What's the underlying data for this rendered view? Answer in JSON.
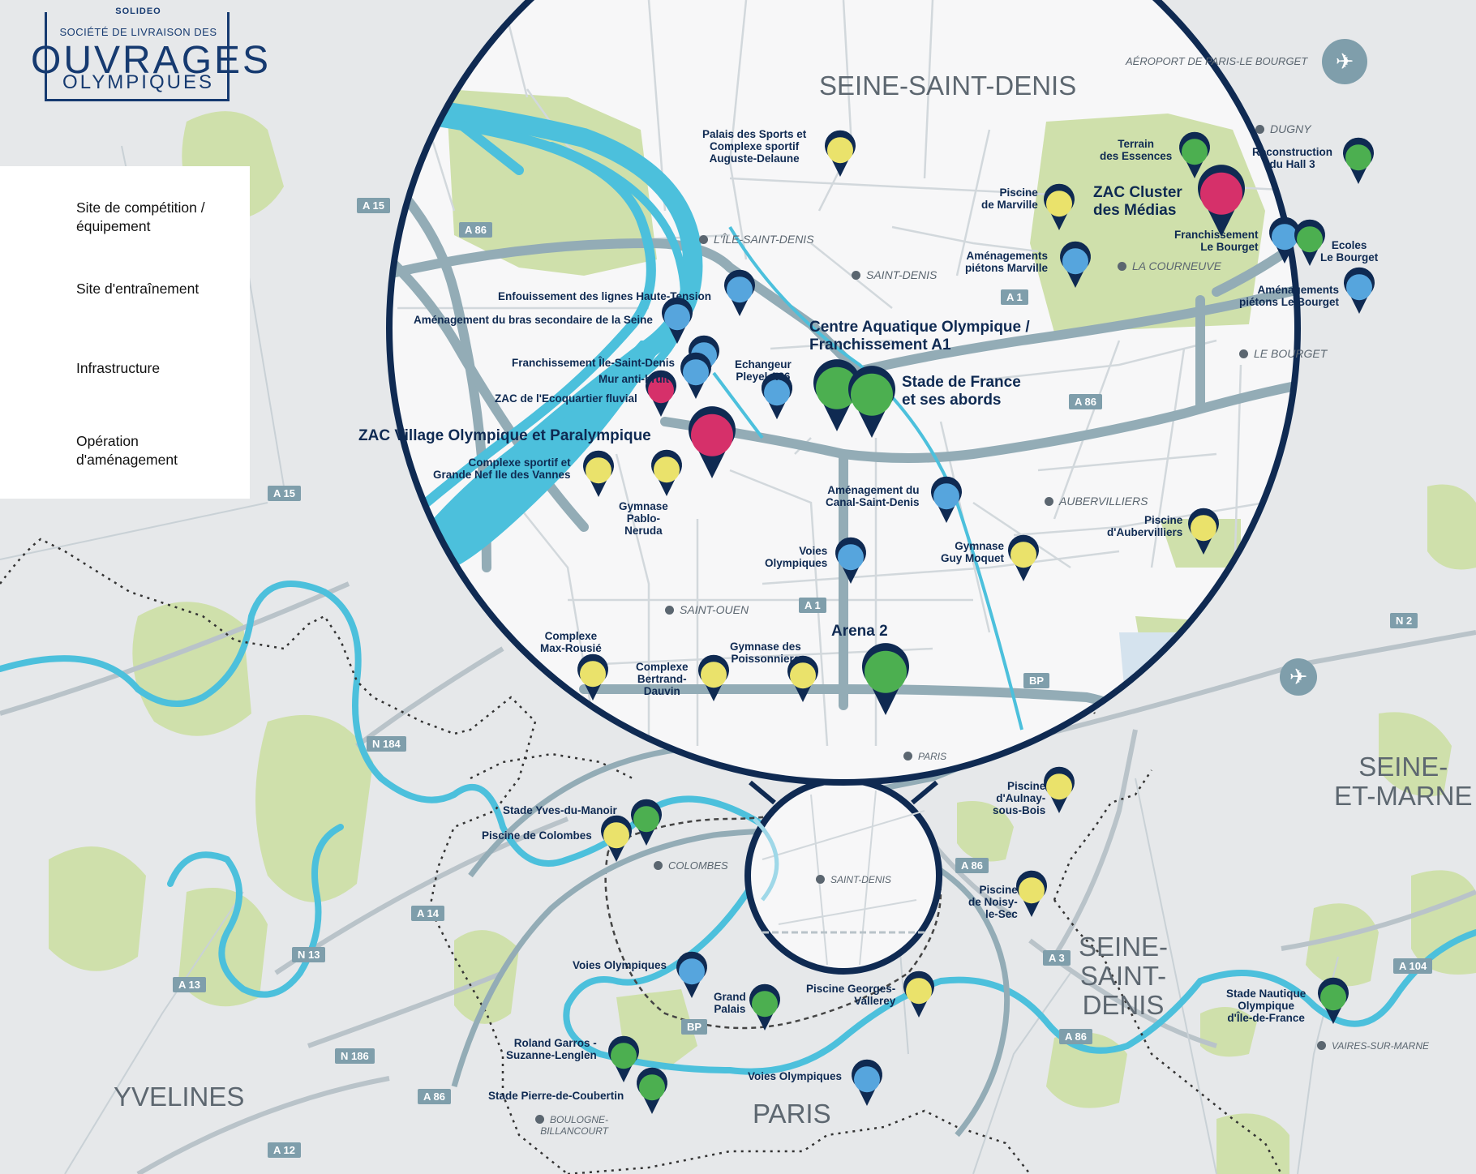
{
  "logo": {
    "top": "SOLIDEO",
    "line": "SOCIÉTÉ DE LIVRAISON DES",
    "main": "OUVRAGES",
    "sub": "OLYMPIQUES"
  },
  "legend": {
    "competition": "Site de compétition / équipement",
    "training": "Site d'entraînement",
    "infrastructure": "Infrastructure",
    "development": "Opération d'aménagement"
  },
  "colors": {
    "competition": "#4caf50",
    "training": "#eae26b",
    "infrastructure": "#56a5dd",
    "development": "#d6306a",
    "pin_outline": "#0f2a52",
    "river": "#4cc0dc",
    "road": "#93acb6",
    "park": "#cfe0ab"
  },
  "departments": {
    "ssd_top": "SEINE-SAINT-DENIS",
    "ssd_bottom": "SEINE-\nSAINT-\nDENIS",
    "sem": "SEINE-\nET-MARNE",
    "yvelines": "YVELINES",
    "paris": "PARIS"
  },
  "places": {
    "dugny": "DUGNY",
    "courneuve": "LA COURNEUVE",
    "bourget": "LE BOURGET",
    "ile_st_denis": "L'ÎLE-SAINT-DENIS",
    "st_denis_zoom": "SAINT-DENIS",
    "aubervilliers": "AUBERVILLIERS",
    "st_ouen": "SAINT-OUEN",
    "paris_small": "PARIS",
    "colombes": "COLOMBES",
    "st_denis_lower": "SAINT-DENIS",
    "vaires": "VAIRES-SUR-MARNE",
    "boulogne": "BOULOGNE-\nBILLANCOURT"
  },
  "airport": "AÉROPORT DE PARIS-LE BOURGET",
  "roads": {
    "a15_zoom": "A 15",
    "a86_zoom": "A 86",
    "a1_zoom_top": "A 1",
    "a86_zoom_right": "A 86",
    "a1_zoom_bottom": "A 1",
    "bp_zoom": "BP",
    "a15_outer": "A 15",
    "n2": "N 2",
    "n184": "N 184",
    "a86_outer": "A 86",
    "a14": "A 14",
    "n13": "N 13",
    "a13": "A 13",
    "a3": "A 3",
    "a104": "A 104",
    "bp_outer": "BP",
    "n186": "N 186",
    "a86_south": "A 86",
    "a86_paris": "A 86",
    "a12": "A 12"
  },
  "sites": {
    "palais_sports": "Palais des Sports et\nComplexe sportif\nAuguste-Delaune",
    "terrain_essences": "Terrain\ndes Essences",
    "hall3": "Reconstruction\ndu Hall 3",
    "piscine_marville": "Piscine\nde Marville",
    "zac_cluster": "ZAC Cluster\ndes Médias",
    "franch_bourget": "Franchissement\nLe Bourget",
    "ecoles_bourget": "Ecoles\nLe Bourget",
    "amenag_marville": "Aménagements\npiétons Marville",
    "amenag_bourget": "Aménagements\npiétons Le Bourget",
    "enfouissement": "Enfouissement des lignes Haute-Tension",
    "bras_seine": "Aménagement du bras secondaire de la Seine",
    "franch_isd": "Franchissement Île-Saint-Denis",
    "mur": "Mur anti-bruit",
    "ecoquartier": "ZAC de l'Ecoquartier fluvial",
    "echangeur": "Echangeur\nPleyel A86",
    "centre_aqua": "Centre Aquatique Olympique /\nFranchissement A1",
    "stade_france": "Stade de France\net ses abords",
    "zac_village": "ZAC Village Olympique et Paralympique",
    "complexe_vannes": "Complexe sportif et\nGrande Nef Ile des Vannes",
    "gymnase_neruda": "Gymnase\nPablo-\nNeruda",
    "canal": "Aménagement du\nCanal-Saint-Denis",
    "piscine_auber": "Piscine\nd'Aubervilliers",
    "voies_olympiques_zoom": "Voies\nOlympiques",
    "gymnase_moquet": "Gymnase\nGuy Moquet",
    "arena2": "Arena 2",
    "max_rousie": "Complexe\nMax-Rousié",
    "bertrand_dauvin": "Complexe\nBertrand-\nDauvin",
    "poissonniers": "Gymnase des\nPoissonniers",
    "piscine_aulnay": "Piscine\nd'Aulnay-\nsous-Bois",
    "yves_manoir": "Stade Yves-du-Manoir",
    "piscine_colombes": "Piscine de Colombes",
    "piscine_noisy": "Piscine\nde Noisy-\nle-Sec",
    "voies_olympiques_1": "Voies Olympiques",
    "grand_palais": "Grand\nPalais",
    "georges_vallerey": "Piscine Georges-\nVallerey",
    "nautique": "Stade Nautique\nOlympique\nd'Île-de-France",
    "roland_garros": "Roland Garros -\nSuzanne-Lenglen",
    "coubertin": "Stade Pierre-de-Coubertin",
    "voies_olympiques_2": "Voies Olympiques"
  },
  "pins": [
    {
      "id": "p1",
      "type": "training",
      "size": "s"
    },
    {
      "id": "p2",
      "type": "competition",
      "size": "s"
    },
    {
      "id": "p3",
      "type": "competition",
      "size": "s"
    },
    {
      "id": "p4",
      "type": "training",
      "size": "s"
    },
    {
      "id": "p5",
      "type": "development",
      "size": "l"
    },
    {
      "id": "p6",
      "type": "infrastructure",
      "size": "s"
    },
    {
      "id": "p7",
      "type": "competition",
      "size": "s"
    },
    {
      "id": "p8",
      "type": "infrastructure",
      "size": "s"
    },
    {
      "id": "p9",
      "type": "infrastructure",
      "size": "s"
    },
    {
      "id": "p10",
      "type": "infrastructure",
      "size": "s"
    },
    {
      "id": "p11",
      "type": "infrastructure",
      "size": "s"
    },
    {
      "id": "p12",
      "type": "infrastructure",
      "size": "s"
    },
    {
      "id": "p13",
      "type": "infrastructure",
      "size": "s"
    },
    {
      "id": "p14",
      "type": "infrastructure",
      "size": "s"
    },
    {
      "id": "p15",
      "type": "development",
      "size": "s"
    },
    {
      "id": "p16",
      "type": "infrastructure",
      "size": "s"
    },
    {
      "id": "p17",
      "type": "competition",
      "size": "l"
    },
    {
      "id": "p18",
      "type": "competition",
      "size": "l"
    },
    {
      "id": "p19",
      "type": "development",
      "size": "l"
    },
    {
      "id": "p20",
      "type": "training",
      "size": "s"
    },
    {
      "id": "p21",
      "type": "training",
      "size": "s"
    },
    {
      "id": "p22",
      "type": "infrastructure",
      "size": "s"
    },
    {
      "id": "p23",
      "type": "training",
      "size": "s"
    },
    {
      "id": "p24",
      "type": "infrastructure",
      "size": "s"
    },
    {
      "id": "p25",
      "type": "training",
      "size": "s"
    },
    {
      "id": "p26",
      "type": "competition",
      "size": "l"
    },
    {
      "id": "p27",
      "type": "training",
      "size": "s"
    },
    {
      "id": "p28",
      "type": "training",
      "size": "s"
    },
    {
      "id": "p29",
      "type": "training",
      "size": "s"
    },
    {
      "id": "p30",
      "type": "training",
      "size": "s"
    },
    {
      "id": "p31",
      "type": "competition",
      "size": "s"
    },
    {
      "id": "p32",
      "type": "training",
      "size": "s"
    },
    {
      "id": "p33",
      "type": "training",
      "size": "s"
    },
    {
      "id": "p34",
      "type": "infrastructure",
      "size": "s"
    },
    {
      "id": "p35",
      "type": "competition",
      "size": "s"
    },
    {
      "id": "p36",
      "type": "training",
      "size": "s"
    },
    {
      "id": "p37",
      "type": "competition",
      "size": "s"
    },
    {
      "id": "p38",
      "type": "competition",
      "size": "s"
    },
    {
      "id": "p39",
      "type": "competition",
      "size": "s"
    },
    {
      "id": "p40",
      "type": "infrastructure",
      "size": "s"
    }
  ]
}
